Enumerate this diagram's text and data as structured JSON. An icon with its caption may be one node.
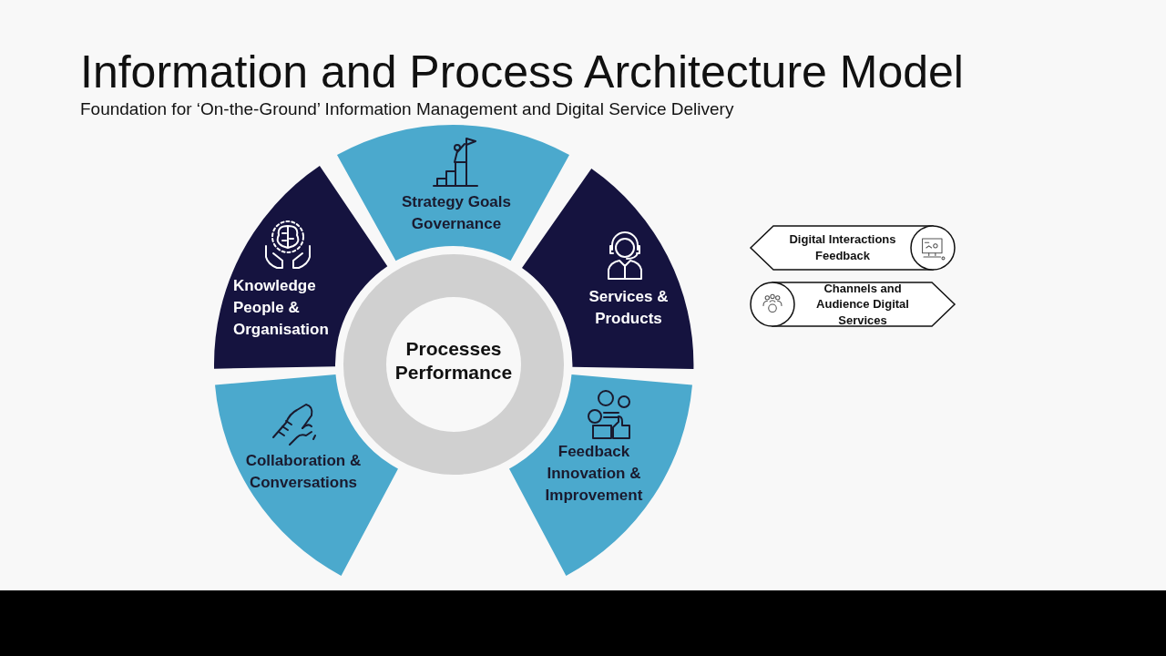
{
  "diagram": {
    "title": "Information and Process Architecture Model",
    "caption": "Foundation for ‘On-the-Ground’ Information Management and Digital Service Delivery",
    "nodes": [
      {
        "text": [
          "Processes Performance"
        ]
      },
      {
        "text": [
          "Strategy Goals Governance"
        ]
      },
      {
        "text": [
          "Services & Products"
        ]
      },
      {
        "text": [
          "Feedback Innovation & Improvement"
        ]
      },
      {
        "text": [
          "Collaboration & Conversations"
        ]
      },
      {
        "text": [
          "Knowledge People & Organisation"
        ]
      },
      {
        "text": [
          "Digital Interactions Feedback"
        ]
      },
      {
        "text": [
          "Channels and Audience Digital Services"
        ]
      }
    ]
  }
}
